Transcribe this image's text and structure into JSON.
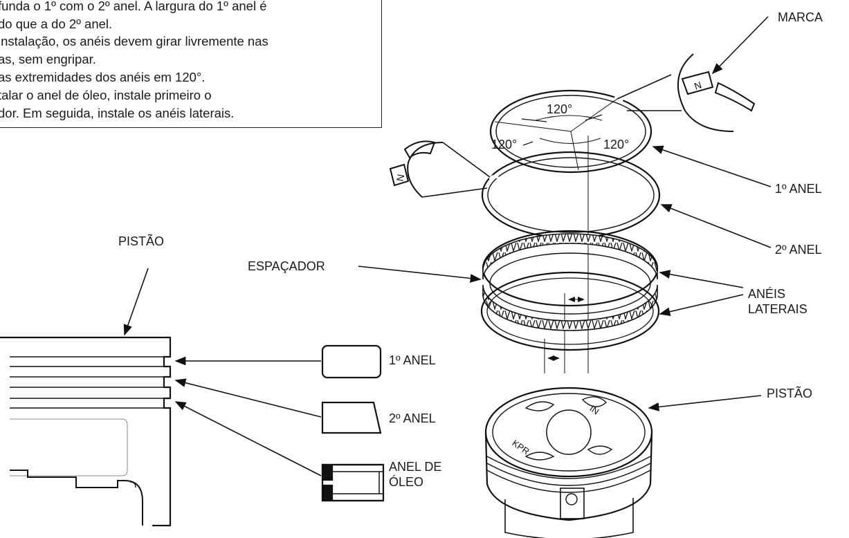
{
  "notes": [
    "funda o 1º com o 2º anel. A largura do 1º anel é",
    "do que a do 2º anel.",
    "instalação, os anéis devem girar livremente nas",
    "as, sem engripar.",
    "as extremidades dos anéis em 120°.",
    "talar o anel de óleo, instale primeiro o",
    "dor. Em seguida, instale os anéis laterais."
  ],
  "labels": {
    "marca": "MARCA",
    "anel1": "1º ANEL",
    "anel2": "2º ANEL",
    "aneis_laterais_1": "ANÉIS",
    "aneis_laterais_2": "LATERAIS",
    "pistao_right": "PISTÃO",
    "espacador": "ESPAÇADOR",
    "pistao_left": "PISTÃO",
    "profile_anel1": "1º ANEL",
    "profile_anel2": "2º ANEL",
    "anel_oleo_1": "ANEL DE",
    "anel_oleo_2": "ÓLEO"
  },
  "angles": {
    "top": "120°",
    "left": "120°",
    "right": "120°"
  },
  "piston_markings": {
    "in": "IN",
    "kpr": "KPR",
    "ring_mark": "N"
  }
}
